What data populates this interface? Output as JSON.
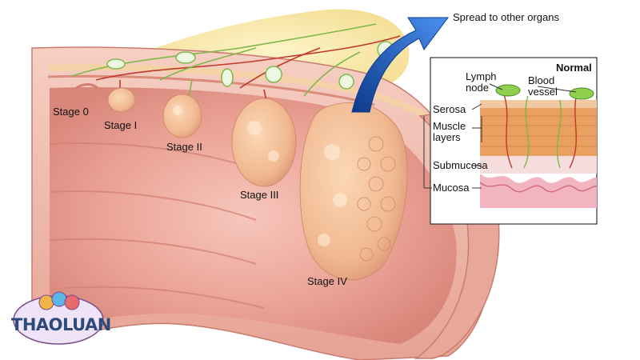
{
  "arrow_label": "Spread to other organs",
  "stages": [
    "Stage 0",
    "Stage I",
    "Stage II",
    "Stage III",
    "Stage IV"
  ],
  "inset": {
    "title": "Normal",
    "lymph_node": "Lymph node",
    "blood_vessel": "Blood vessel",
    "layers": [
      "Serosa",
      "Muscle layers",
      "Submucosa",
      "Mucosa"
    ]
  },
  "logo": {
    "text": "THAOLUAN",
    "subtext": ""
  },
  "colors": {
    "tissue": "#f0b7a8",
    "lumen": "#e79a8e",
    "tumor": "#f2bb8e",
    "fat": "#f6e6a8",
    "vessel": "#c0392b",
    "lymph": "#8fd14f",
    "arrow": "#1f5fbf"
  }
}
